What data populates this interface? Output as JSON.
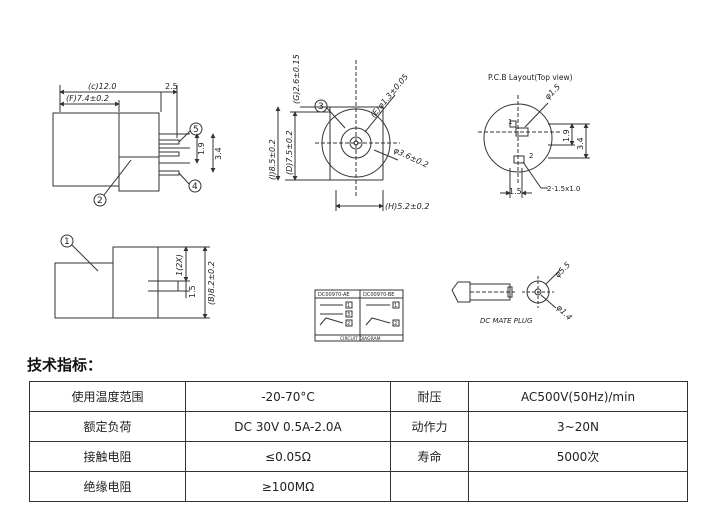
{
  "drawing": {
    "front": {
      "dim_c": "(c)12.0",
      "dim_25": "2.5",
      "dim_f": "(F)7.4±0.2",
      "dim_19": "1.9",
      "dim_34": "3.4",
      "pin5": "5",
      "pin4": "4",
      "pin2": "2"
    },
    "round": {
      "dim_top": "(G)2.6±0.15",
      "dim_e": "(E)φ1.3±0.05",
      "dim_phi": "φ3.6±0.2",
      "dim_i": "(I)8.5±0.2",
      "dim_d": "(D)7.5±0.2",
      "dim_h": "(H)5.2±0.2",
      "pin3": "3"
    },
    "pcb": {
      "title": "P.C.B Layout(Top view)",
      "phi15": "φ1.5",
      "dim19": "1.9",
      "dim34": "3.4",
      "dim15": "1.5",
      "slot": "2-1.5x1.0",
      "n1": "1",
      "n2": "2"
    },
    "side": {
      "pin1": "1",
      "dim_2x": "1(2X)",
      "dim_b": "(B)8.2±0.2",
      "dim_15": "1.5"
    },
    "circuit": {
      "left_title": "DC00970-AE",
      "right_title": "DC00970-BE",
      "caption": "CIRCUIT DIAGRAM",
      "n1": "1",
      "n2": "2",
      "n3": "3"
    },
    "plug": {
      "d1": "φ5.5",
      "d2": "φ1.4",
      "caption": "DC MATE PLUG"
    }
  },
  "spec": {
    "heading": "技术指标：",
    "rows": [
      [
        "使用温度范围",
        "-20-70°C",
        "耐压",
        "AC500V(50Hz)/min"
      ],
      [
        "额定负荷",
        "DC 30V 0.5A-2.0A",
        "动作力",
        "3~20N"
      ],
      [
        "接触电阻",
        "≤0.05Ω",
        "寿命",
        "5000次"
      ],
      [
        "绝缘电阻",
        "≥100MΩ",
        "",
        ""
      ]
    ]
  }
}
